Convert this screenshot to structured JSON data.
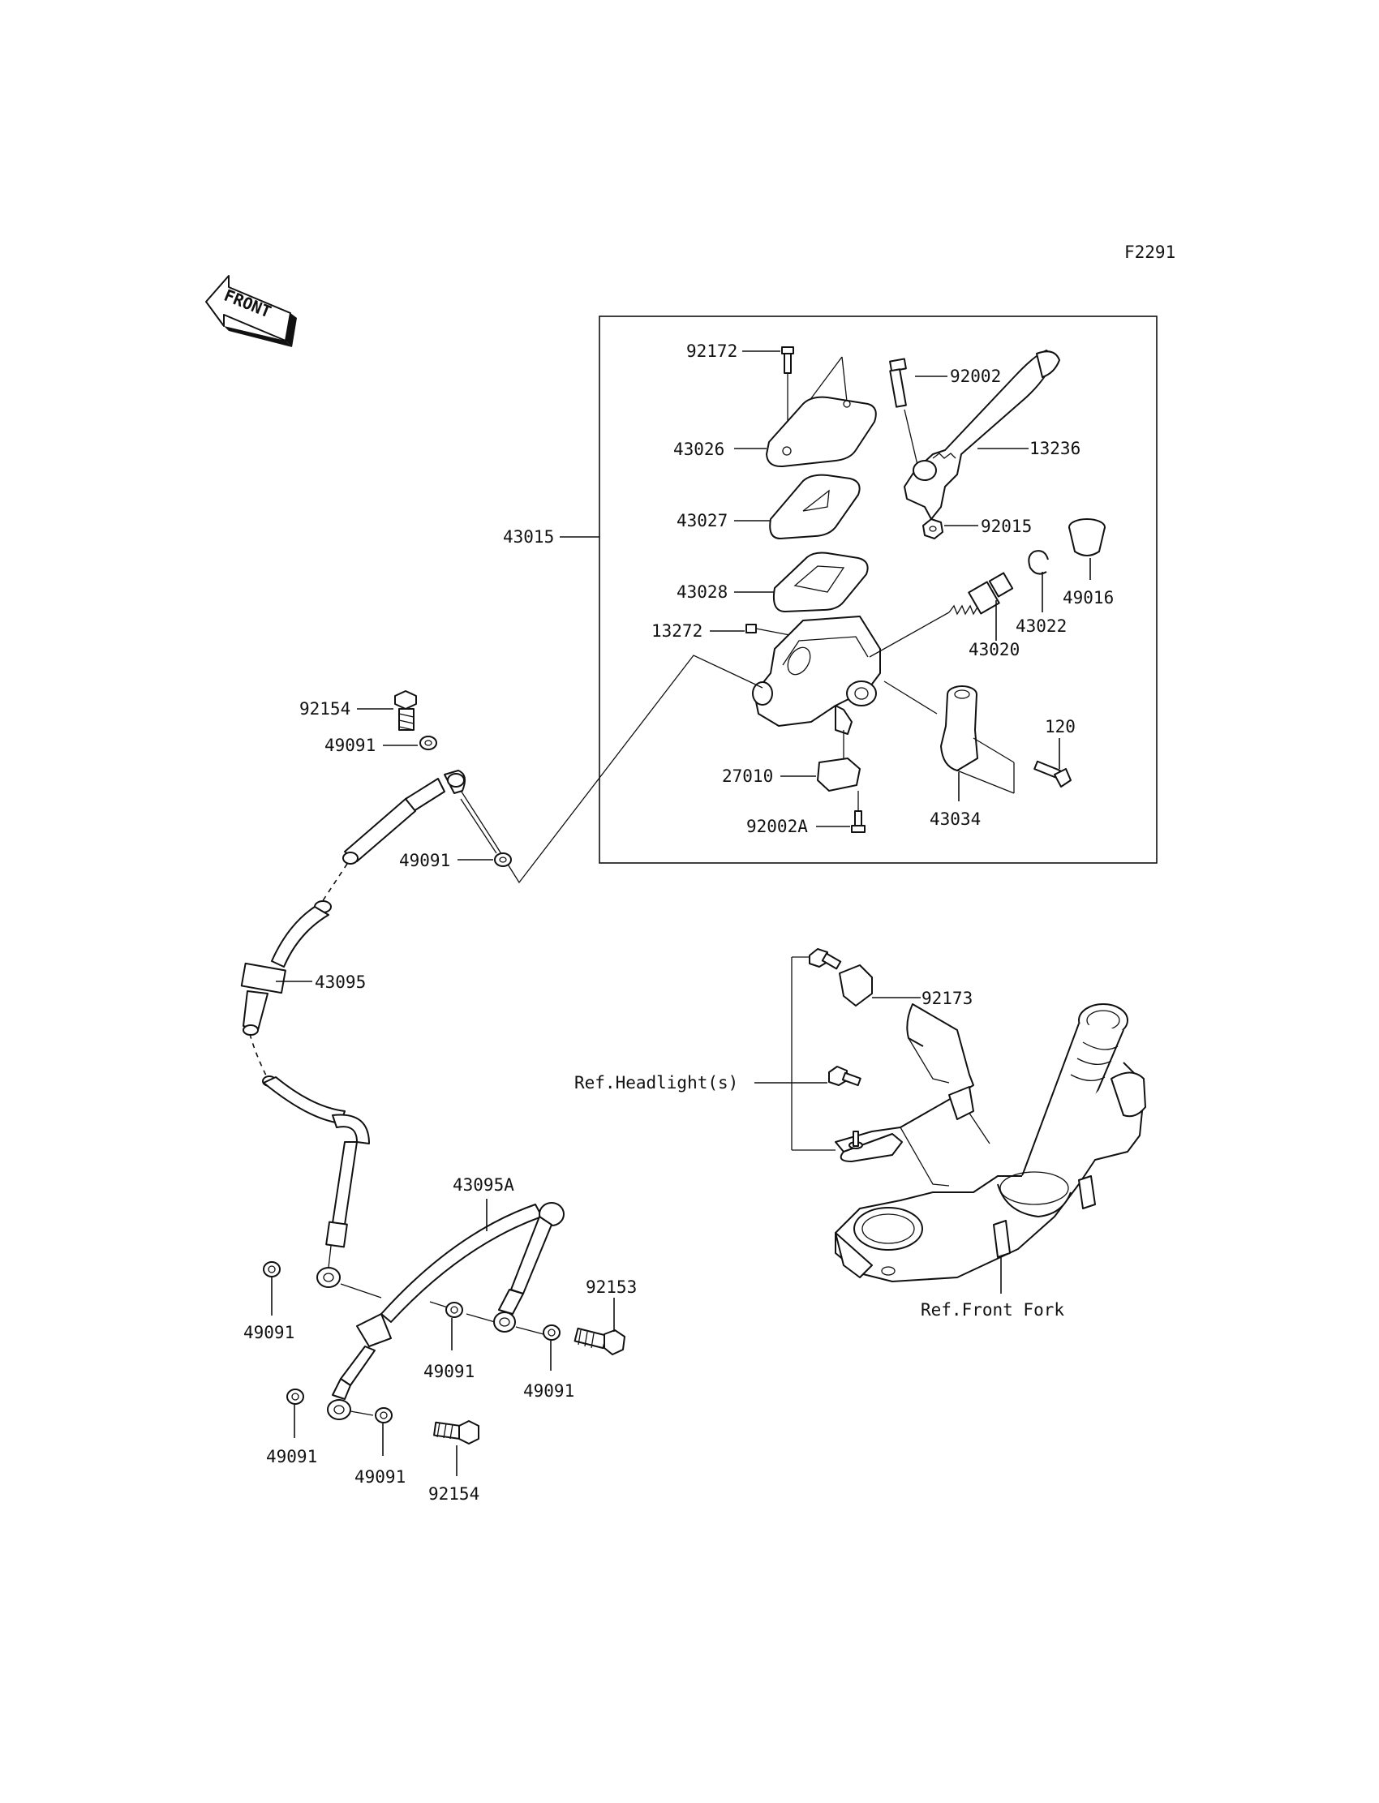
{
  "figure_code": "F2291",
  "front_arrow": "FRONT",
  "assembly_number": "43015",
  "references": {
    "headlight": "Ref.Headlight(s)",
    "front_fork": "Ref.Front Fork"
  },
  "parts": {
    "screw_cover": "92172",
    "reservoir_cap": "43026",
    "diaphragm_plate": "43027",
    "diaphragm": "43028",
    "bleeder": "13272",
    "switch_assy": "27010",
    "switch_screw": "92002A",
    "lever_bolt": "92002",
    "lever": "13236",
    "lever_nut": "92015",
    "piston_kit": "43020",
    "circlip": "43022",
    "boot": "49016",
    "clamp": "43034",
    "clamp_bolt": "120",
    "banjo_bolt_top": "92154",
    "washer_top_1": "49091",
    "washer_top_2": "49091",
    "hose_upper": "43095",
    "hose_lower": "43095A",
    "banjo_bolt_right": "92153",
    "banjo_bolt_bottom": "92154",
    "washer_left": "49091",
    "washer_mid": "49091",
    "washer_right": "49091",
    "washer_bottom_left": "49091",
    "washer_bottom_mid": "49091",
    "bracket_bolt": "92173"
  }
}
